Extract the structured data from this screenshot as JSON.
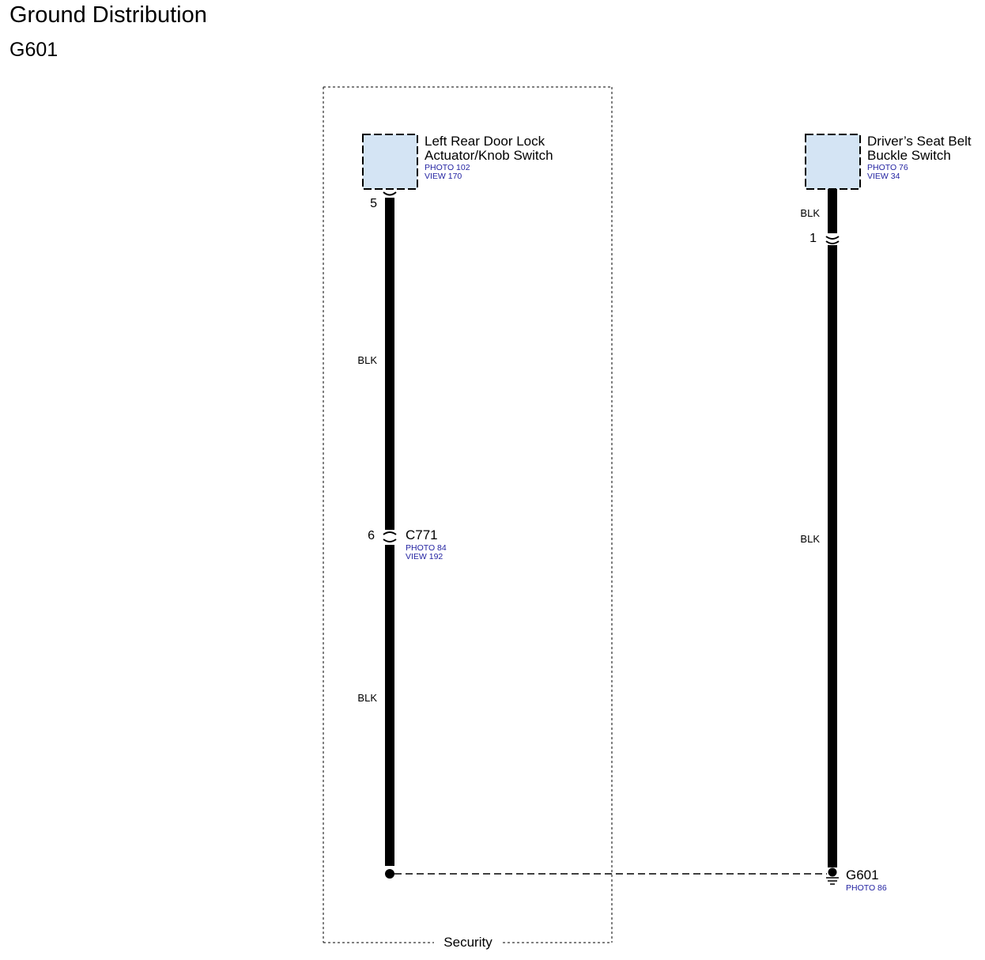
{
  "page": {
    "title": "Ground Distribution",
    "subtitle": "G601"
  },
  "area": {
    "label": "Security"
  },
  "components": [
    {
      "name_line1": "Left Rear Door Lock",
      "name_line2": "Actuator/Knob Switch",
      "photo": "PHOTO 102",
      "view": "VIEW 170",
      "pin": "5"
    },
    {
      "name_line1": "Driver’s Seat Belt",
      "name_line2": "Buckle Switch",
      "photo": "PHOTO 76",
      "view": "VIEW 34",
      "pin": "1"
    }
  ],
  "connector": {
    "name": "C771",
    "photo": "PHOTO 84",
    "view": "VIEW 192",
    "pin": "6"
  },
  "ground": {
    "name": "G601",
    "photo": "PHOTO 86"
  },
  "wires": {
    "left_upper": "BLK",
    "left_lower": "BLK",
    "right_upper": "BLK",
    "right_lower": "BLK"
  },
  "colors": {
    "component_fill": "#d4e4f4",
    "reference_text": "#1f1fa0",
    "wire": "#000000"
  }
}
